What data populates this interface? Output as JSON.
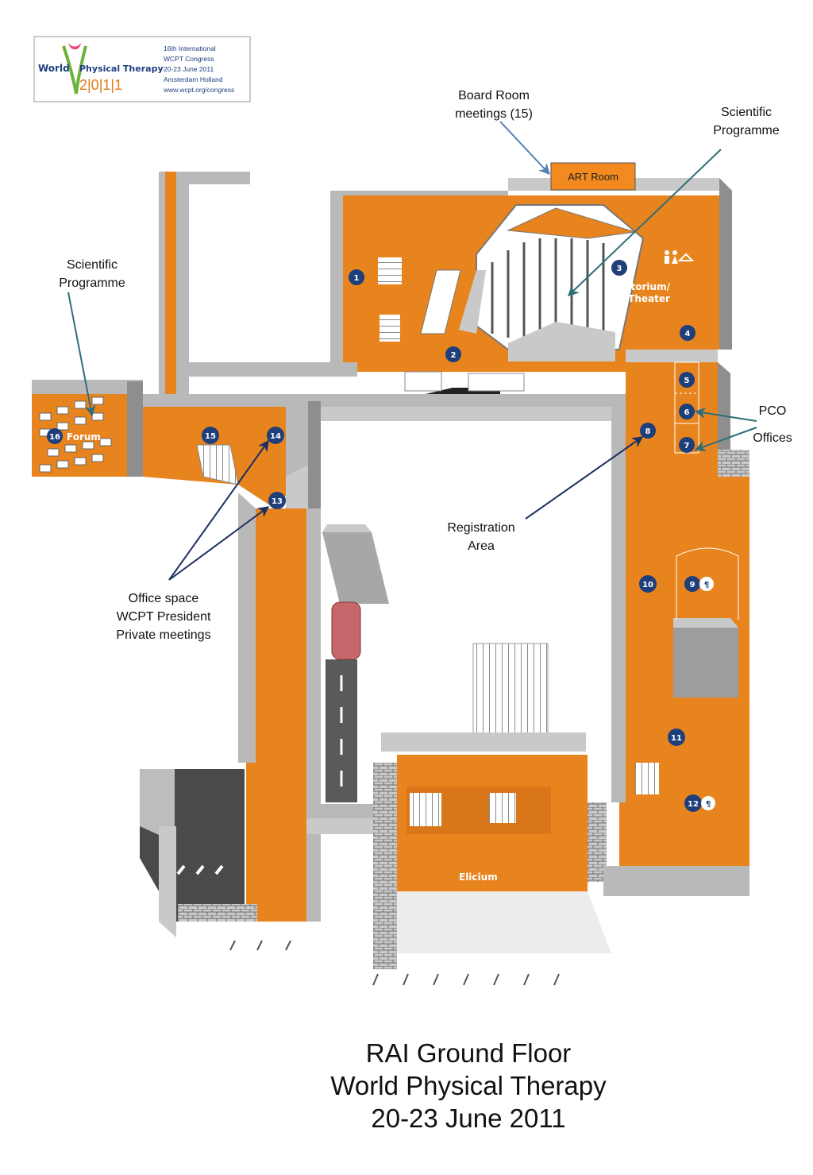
{
  "logo": {
    "word_world": "World",
    "word_pt": "Physical Therapy",
    "year": "2|0|1|1",
    "lines": [
      "16th International",
      "WCPT Congress",
      "20-23 June 2011",
      "Amsterdam Holland",
      "www.wcpt.org/congress"
    ]
  },
  "annotations": {
    "board_room": [
      "Board Room",
      "meetings (15)"
    ],
    "art_room": "ART Room",
    "sci_prog_right": [
      "Scientific",
      "Programme"
    ],
    "sci_prog_left": [
      "Scientific",
      "Programme"
    ],
    "pco": "PCO",
    "offices": "Offices",
    "registration": [
      "Registration",
      "Area"
    ],
    "office_space": [
      "Office space",
      "WCPT President",
      "Private meetings"
    ]
  },
  "rooms": {
    "auditorium": [
      "Auditorium/",
      "RAI Theater"
    ],
    "forum": "Forum",
    "elicium": "Elicium"
  },
  "markers": [
    "1",
    "2",
    "3",
    "4",
    "5",
    "6",
    "7",
    "8",
    "9",
    "10",
    "11",
    "12",
    "13",
    "14",
    "15",
    "16"
  ],
  "colors": {
    "floor": "#e8841e",
    "floor_dark": "#d9761a",
    "wall": "#b9b9b9",
    "wall_dark": "#8e8e8e",
    "marker": "#1e3f7a",
    "arrow_dark": "#1c2f62",
    "arrow_teal": "#2f6e78",
    "arrow_blue": "#4f81b3",
    "art_room_fill": "#f28a1f"
  },
  "title": [
    "RAI Ground Floor",
    "World Physical Therapy",
    "20-23 June 2011"
  ]
}
